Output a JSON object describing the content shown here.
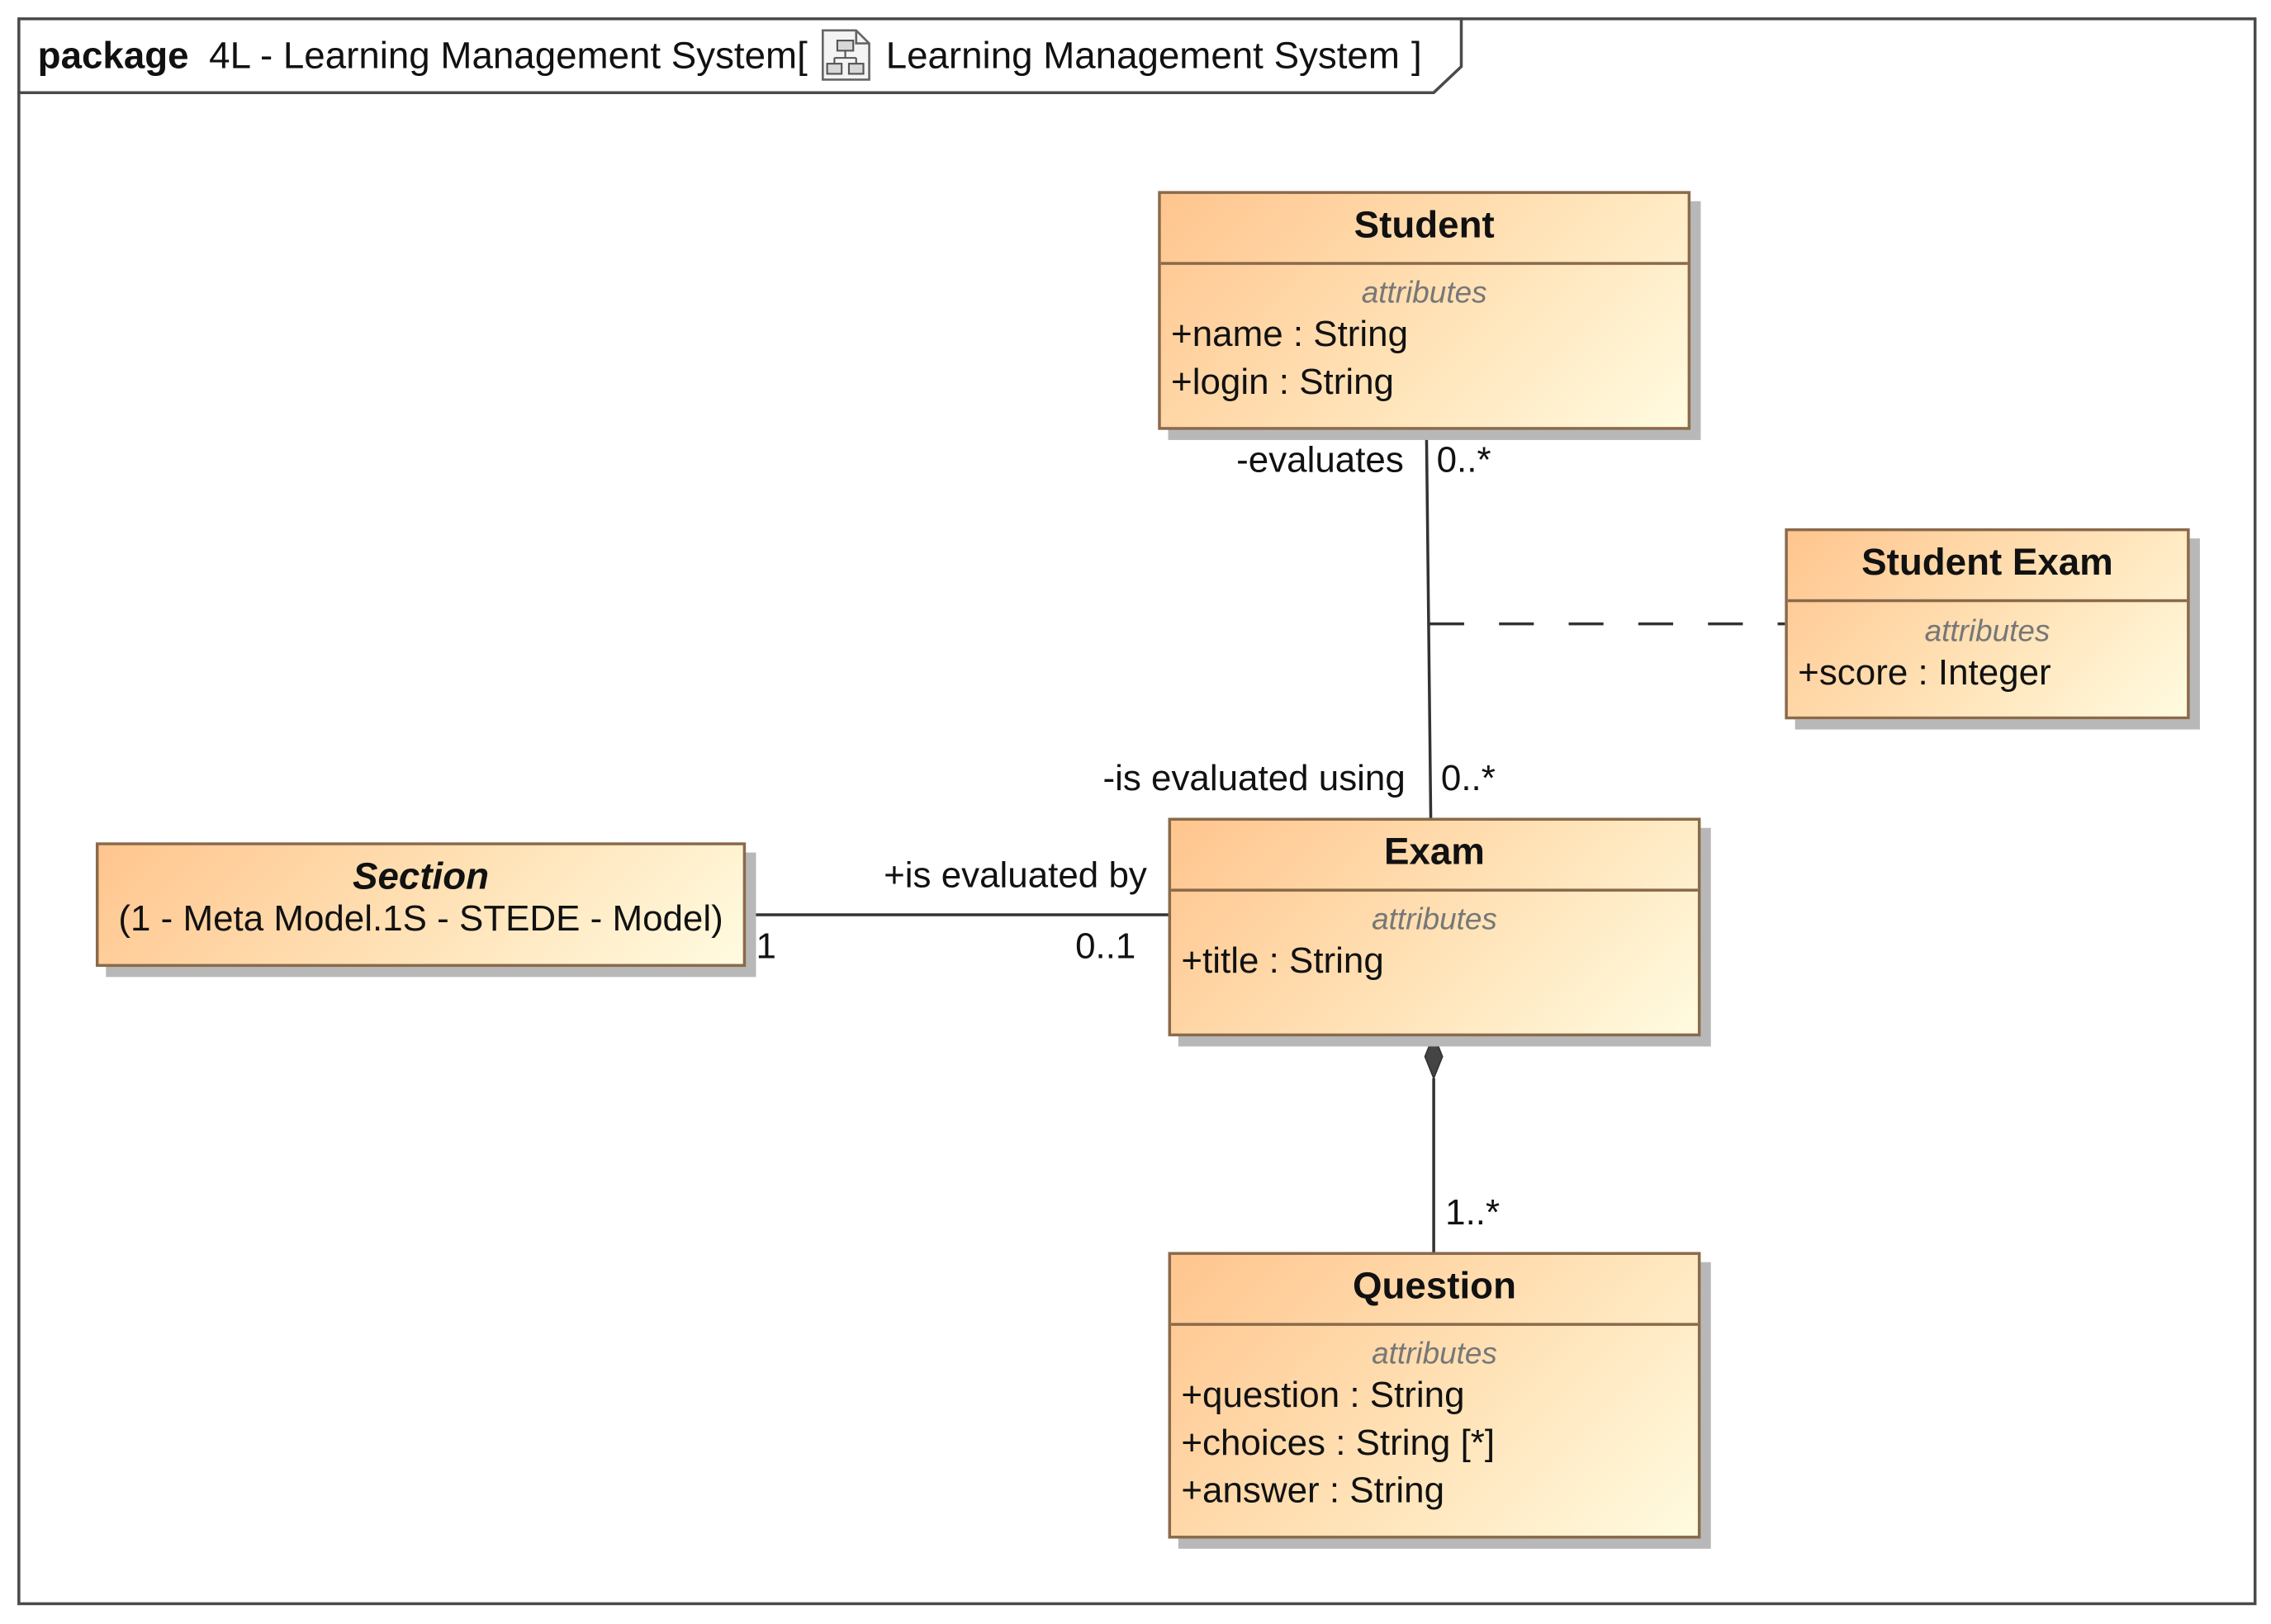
{
  "package": {
    "keyword": "package",
    "name": "4L - Learning Management System[",
    "diagram_name": "Learning Management System",
    "close": "]",
    "icon": "class-diagram-icon"
  },
  "classes": {
    "student": {
      "name": "Student",
      "compartment_title": "attributes",
      "attributes": [
        {
          "vis": "+",
          "name": "name",
          "type": "String"
        },
        {
          "vis": "+",
          "name": "login",
          "type": "String"
        }
      ]
    },
    "student_exam": {
      "name": "Student Exam",
      "compartment_title": "attributes",
      "attributes": [
        {
          "vis": "+",
          "name": "score",
          "type": "Integer"
        }
      ]
    },
    "section": {
      "name": "Section",
      "qualifier": "(1 - Meta Model.1S - STEDE - Model)"
    },
    "exam": {
      "name": "Exam",
      "compartment_title": "attributes",
      "attributes": [
        {
          "vis": "+",
          "name": "title",
          "type": "String"
        }
      ]
    },
    "question": {
      "name": "Question",
      "compartment_title": "attributes",
      "attributes": [
        {
          "vis": "+",
          "name": "question",
          "type": "String"
        },
        {
          "vis": "+",
          "name": "choices",
          "type": "String [*]"
        },
        {
          "vis": "+",
          "name": "answer",
          "type": "String"
        }
      ]
    }
  },
  "associations": {
    "student_exam": {
      "role_student_end": "-evaluates",
      "mult_student_end": "0..*",
      "role_exam_end": "-is evaluated using",
      "mult_exam_end": "0..*"
    },
    "section_exam": {
      "role_exam_end": "+is evaluated by",
      "mult_section_end": "1",
      "mult_exam_end": "0..1"
    },
    "exam_question": {
      "kind": "composition",
      "mult_question_end": "1..*"
    }
  },
  "colors": {
    "class_fill_start": "#ffc58e",
    "class_fill_end": "#fffbe0",
    "class_border": "#8a6a4a",
    "line": "#333333"
  }
}
